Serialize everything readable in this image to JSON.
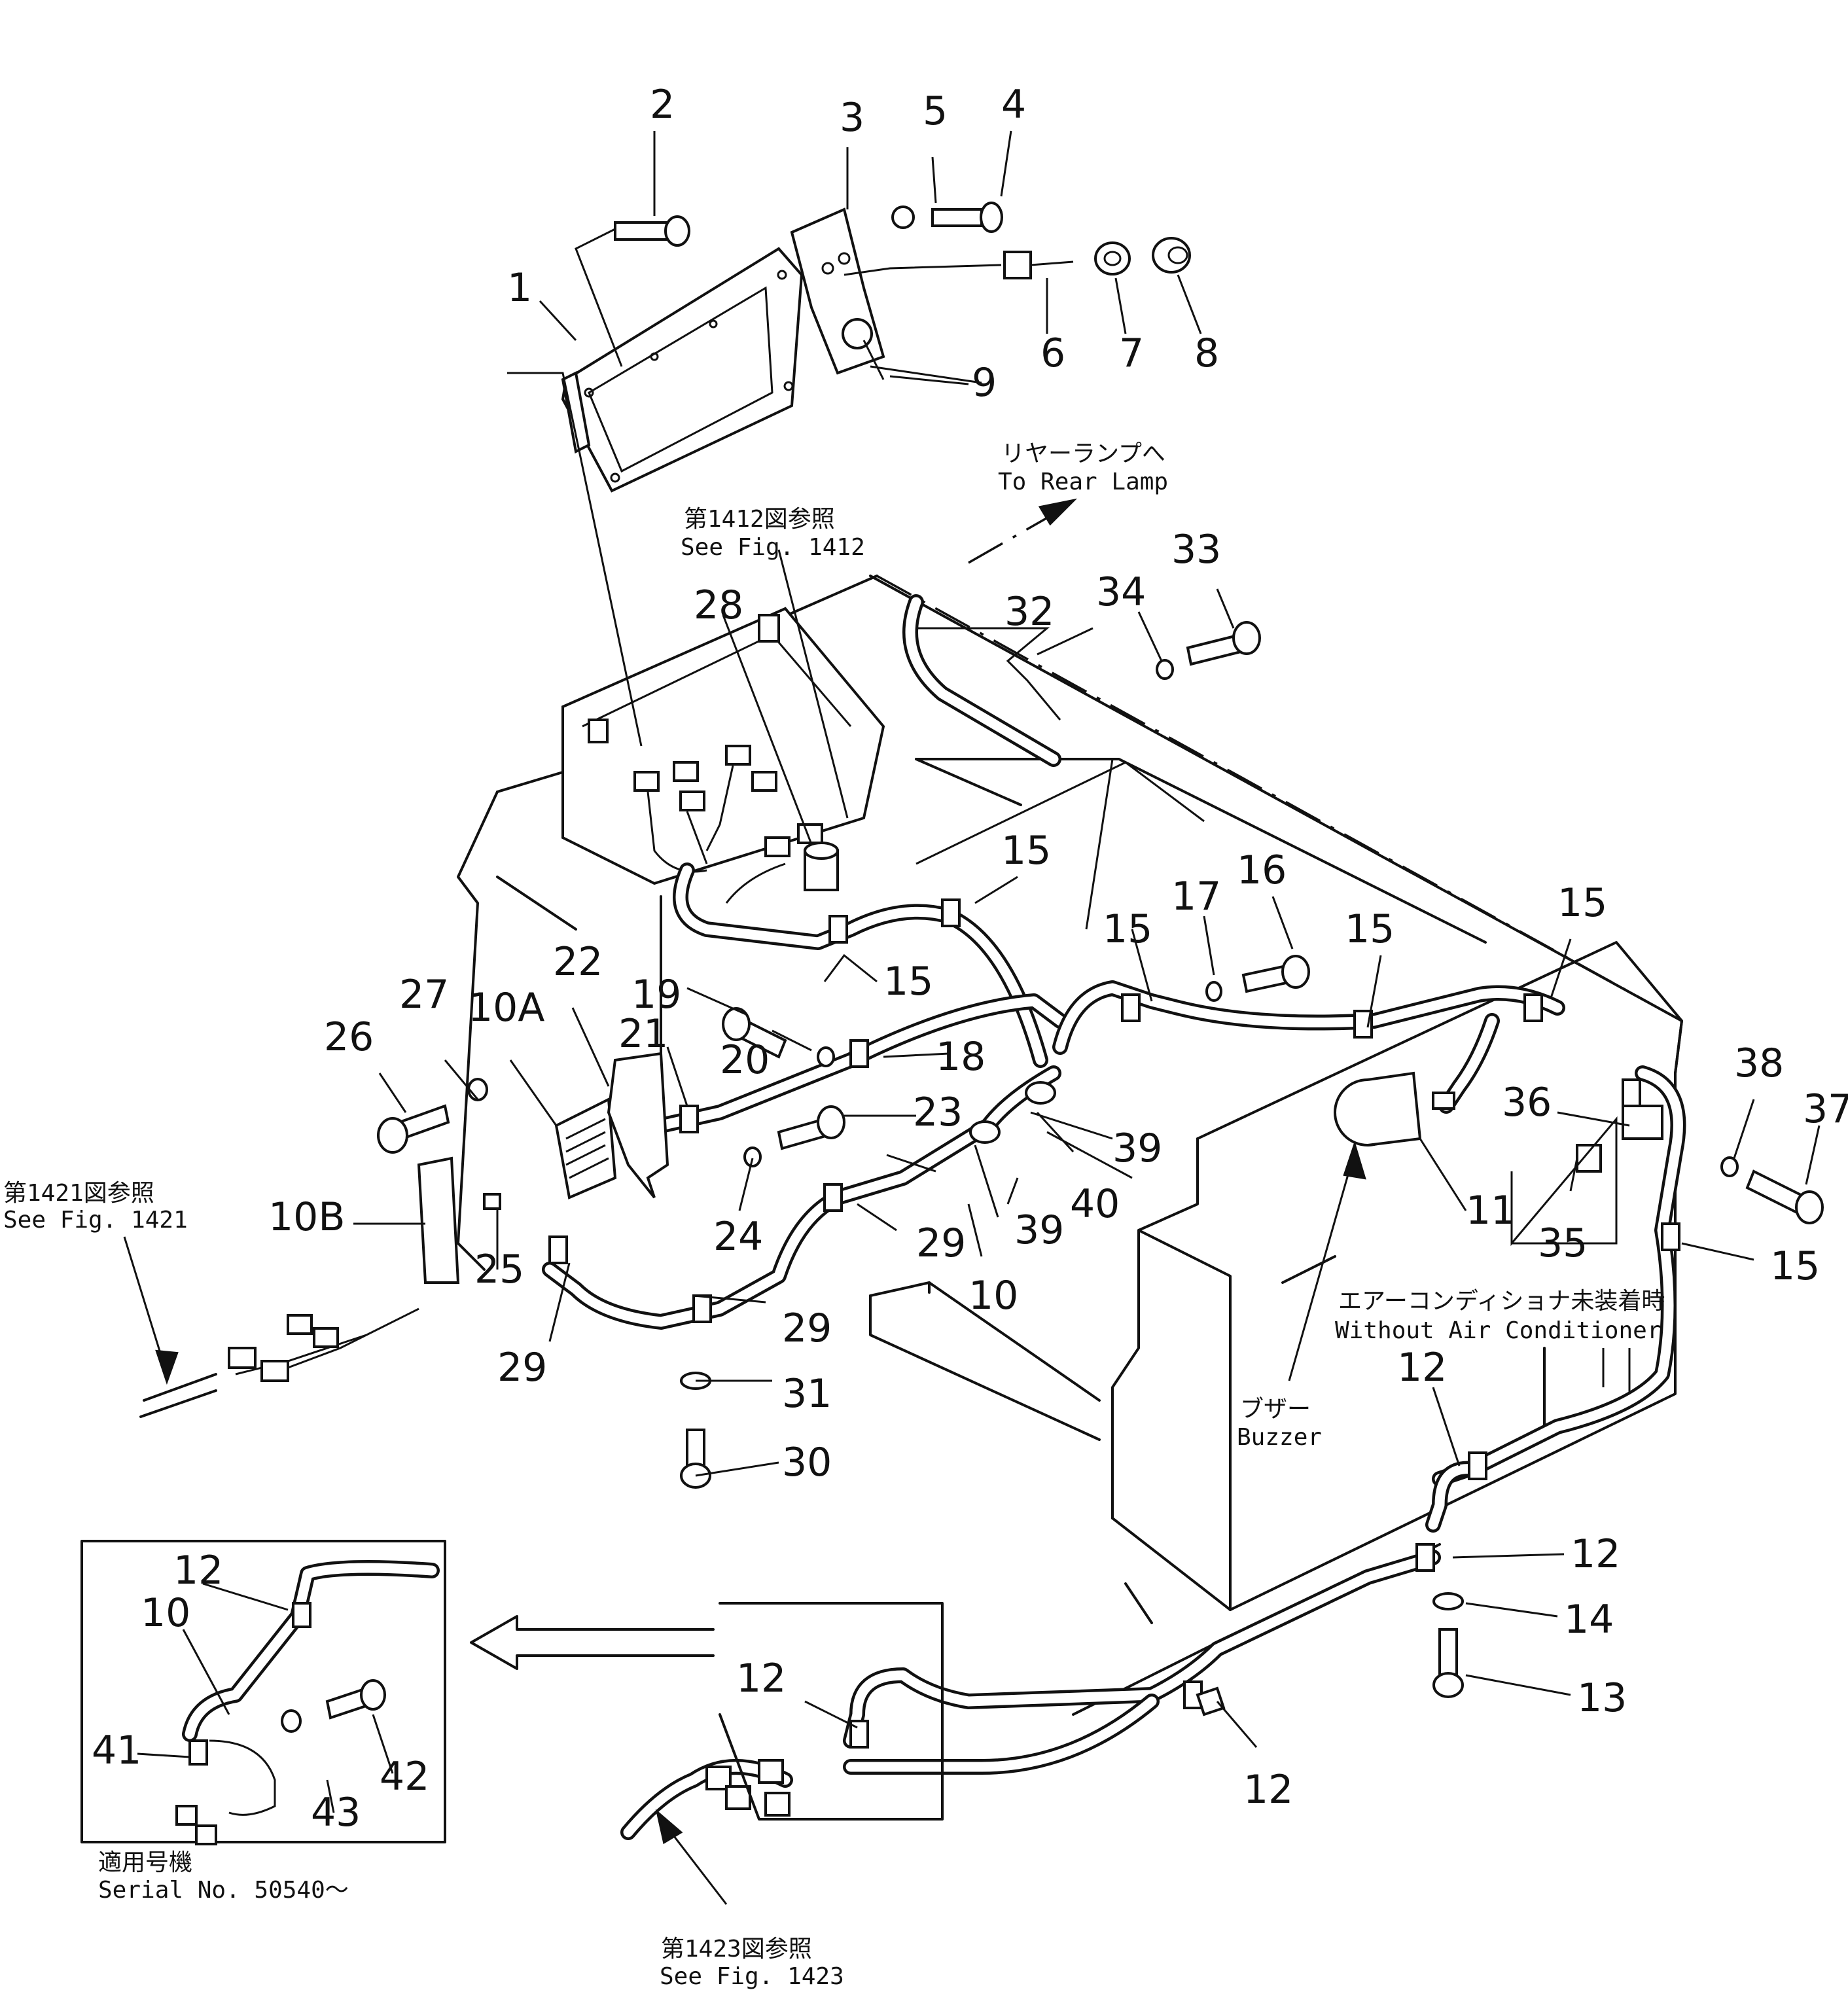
{
  "callouts": {
    "c1": "1",
    "c2": "2",
    "c3": "3",
    "c4": "4",
    "c5": "5",
    "c6": "6",
    "c7": "7",
    "c8": "8",
    "c9": "9",
    "c10": "10",
    "c10A": "10A",
    "c10B": "10B",
    "c11": "11",
    "c12": "12",
    "c13": "13",
    "c14": "14",
    "c15": "15",
    "c16": "16",
    "c17": "17",
    "c18": "18",
    "c19": "19",
    "c20": "20",
    "c21": "21",
    "c22": "22",
    "c23": "23",
    "c24": "24",
    "c25": "25",
    "c26": "26",
    "c27": "27",
    "c28": "28",
    "c29": "29",
    "c30": "30",
    "c31": "31",
    "c32": "32",
    "c33": "33",
    "c34": "34",
    "c35": "35",
    "c36": "36",
    "c37": "37",
    "c38": "38",
    "c39": "39",
    "c40": "40",
    "c41": "41",
    "c42": "42",
    "c43": "43"
  },
  "notes": {
    "rear_lamp_jp": "リヤーランプへ",
    "rear_lamp_en": "To  Rear  Lamp",
    "fig1412_jp": "第1412図参照",
    "fig1412_en": "See  Fig. 1412",
    "fig1421_jp": "第1421図参照",
    "fig1421_en": "See  Fig. 1421",
    "fig1423_jp": "第1423図参照",
    "fig1423_en": "See  Fig. 1423",
    "without_ac_jp": "エアーコンディショナ未装着時",
    "without_ac_en": "Without  Air  Conditioner",
    "buzzer_jp": "ブザー",
    "buzzer_en": "Buzzer",
    "serial_jp": "適用号機",
    "serial_en": "Serial  No. 50540～"
  }
}
